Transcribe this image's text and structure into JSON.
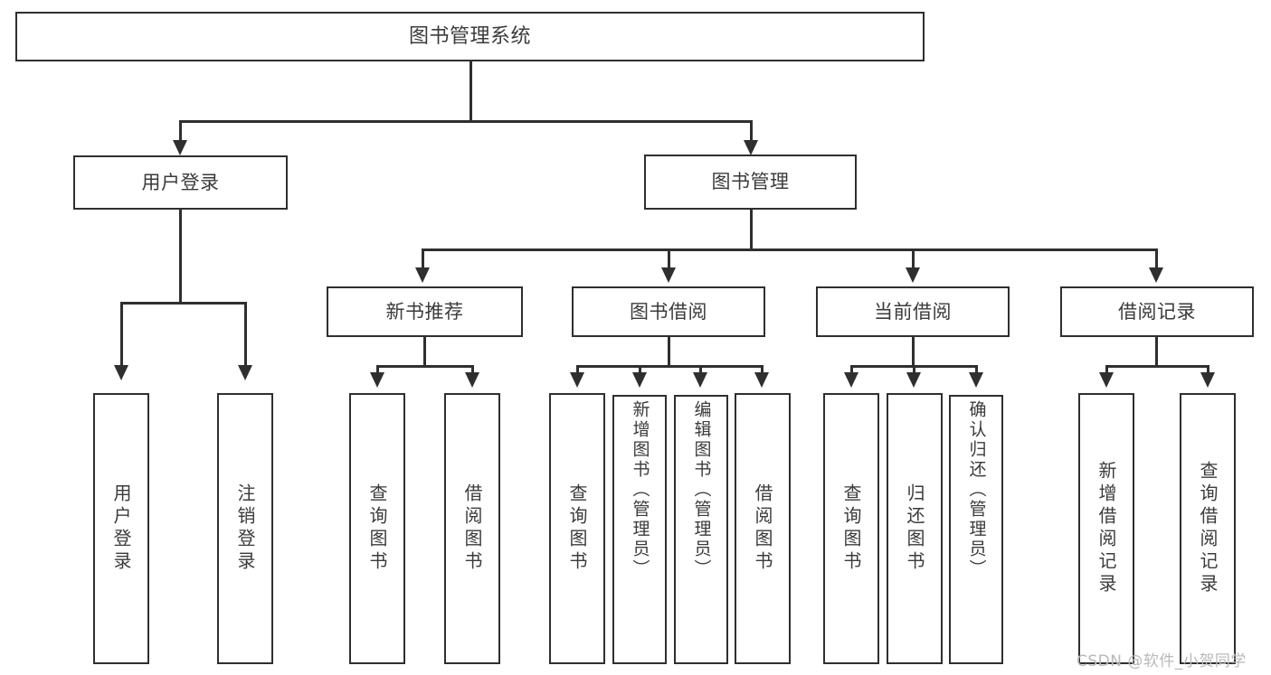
{
  "diagram": {
    "type": "tree-hierarchy-diagram",
    "title": "图书管理系统",
    "colors": {
      "stroke": "#2f2f2f",
      "box_fill": "#ffffff",
      "text": "#3b3b3b",
      "background": "#ffffff",
      "watermark": "#b9b9b9"
    },
    "root": {
      "label": "图书管理系统"
    },
    "level2": [
      {
        "label": "用户登录"
      },
      {
        "label": "图书管理"
      }
    ],
    "level3": [
      {
        "label": "新书推荐"
      },
      {
        "label": "图书借阅"
      },
      {
        "label": "当前借阅"
      },
      {
        "label": "借阅记录"
      }
    ],
    "leaves": {
      "user_login": [
        {
          "label": "用户登录"
        },
        {
          "label": "注销登录"
        }
      ],
      "new_book_recommend": [
        {
          "label": "查询图书"
        },
        {
          "label": "借阅图书"
        }
      ],
      "book_borrow": [
        {
          "label": "查询图书"
        },
        {
          "label": "新增图书（管理员）"
        },
        {
          "label": "编辑图书（管理员）"
        },
        {
          "label": "借阅图书"
        }
      ],
      "current_borrow": [
        {
          "label": "查询图书"
        },
        {
          "label": "归还图书"
        },
        {
          "label": "确认归还（管理员）"
        }
      ],
      "borrow_record": [
        {
          "label": "新增借阅记录"
        },
        {
          "label": "查询借阅记录"
        }
      ]
    }
  },
  "watermark": {
    "text": "CSDN @软件_小贺同学"
  }
}
